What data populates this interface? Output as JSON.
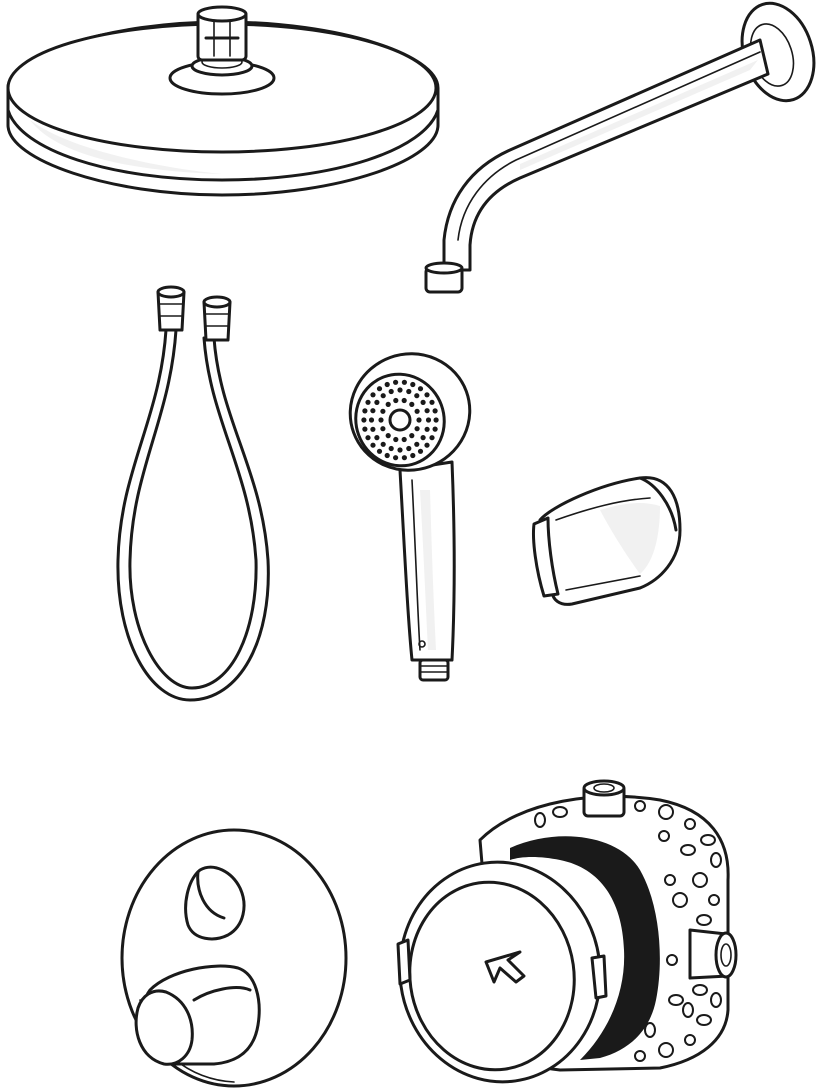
{
  "components": [
    {
      "id": "overhead-shower",
      "icon": "round-rain-shower-head"
    },
    {
      "id": "shower-arm",
      "icon": "curved-wall-arm"
    },
    {
      "id": "shower-hose",
      "icon": "looped-hose"
    },
    {
      "id": "hand-shower",
      "icon": "handheld-shower-head"
    },
    {
      "id": "wall-holder",
      "icon": "hand-shower-bracket"
    },
    {
      "id": "thermostat-trim",
      "icon": "round-trim-plate-with-handles"
    },
    {
      "id": "concealed-body",
      "icon": "in-wall-basic-set"
    }
  ],
  "colors": {
    "line": "#1a1a1a",
    "fill": "#ffffff",
    "shade": "#f1f1f1",
    "band": "#1a1a1a"
  }
}
